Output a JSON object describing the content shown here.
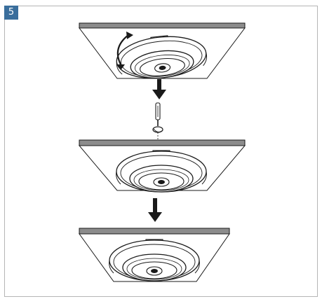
{
  "step": {
    "number": "5",
    "badge_color": "#3a6e9c"
  },
  "panels": [
    {
      "id": "rotate-camera",
      "icons": [
        "ceiling",
        "camera",
        "rotate-arrow-icon"
      ]
    },
    {
      "id": "fasten-screw",
      "icons": [
        "ceiling",
        "camera",
        "screwdriver-icon",
        "screw-icon"
      ]
    },
    {
      "id": "installed",
      "icons": [
        "ceiling",
        "camera"
      ]
    }
  ],
  "arrows": [
    "down-arrow-icon",
    "down-arrow-icon"
  ],
  "colors": {
    "line": "#1a1a1a",
    "ceiling": "#8c8c8c",
    "frame": "#b5b5b5"
  }
}
